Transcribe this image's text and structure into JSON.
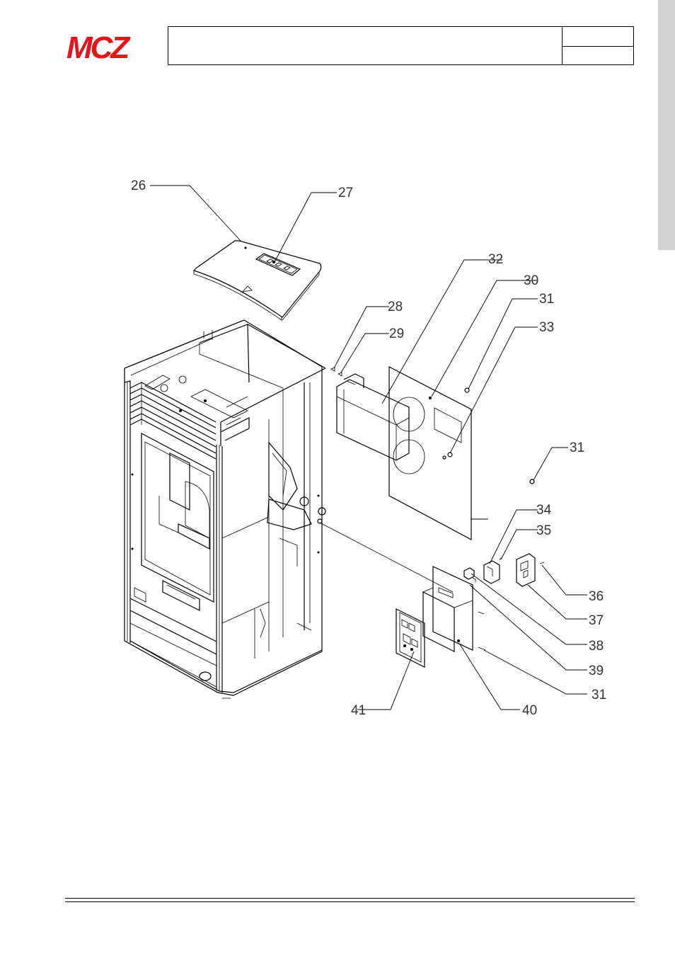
{
  "brand": {
    "logo_text": "MCZ",
    "color": "#e3141a"
  },
  "header": {
    "title": "",
    "code": "",
    "page": ""
  },
  "side_tab_color": "#d2d2d2",
  "callouts": [
    {
      "id": "c26",
      "number": "26"
    },
    {
      "id": "c27",
      "number": "27"
    },
    {
      "id": "c28",
      "number": "28"
    },
    {
      "id": "c29",
      "number": "29"
    },
    {
      "id": "c32",
      "number": "32"
    },
    {
      "id": "c30",
      "number": "30"
    },
    {
      "id": "c31a",
      "number": "31"
    },
    {
      "id": "c33",
      "number": "33"
    },
    {
      "id": "c31b",
      "number": "31"
    },
    {
      "id": "c34",
      "number": "34"
    },
    {
      "id": "c35",
      "number": "35"
    },
    {
      "id": "c36",
      "number": "36"
    },
    {
      "id": "c37",
      "number": "37"
    },
    {
      "id": "c38",
      "number": "38"
    },
    {
      "id": "c39",
      "number": "39"
    },
    {
      "id": "c31c",
      "number": "31"
    },
    {
      "id": "c40",
      "number": "40"
    },
    {
      "id": "c41",
      "number": "41"
    }
  ]
}
